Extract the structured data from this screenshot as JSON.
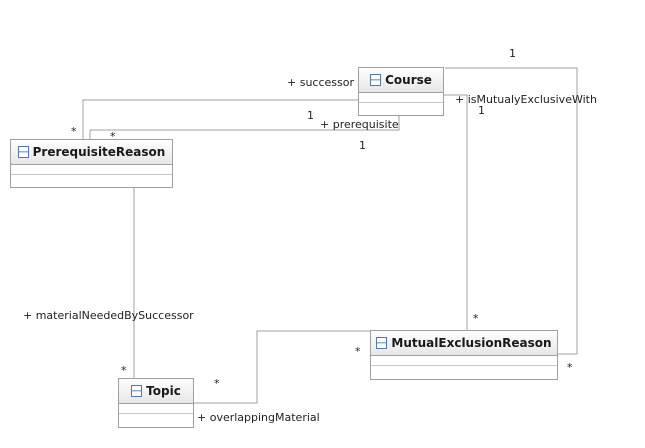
{
  "classes": {
    "course": "Course",
    "prerequisite_reason": "PrerequisiteReason",
    "mutual_exclusion_reason": "MutualExclusionReason",
    "topic": "Topic"
  },
  "roles": {
    "successor": "+ successor",
    "prerequisite": "+ prerequisite",
    "is_mutualy_exclusive_with": "+ isMutualyExclusiveWith",
    "material_needed_by_successor": "+ materialNeededBySuccessor",
    "overlapping_material": "+ overlappingMaterial"
  },
  "multiplicities": {
    "course_top_right": "1",
    "course_successor_end": "1",
    "course_prerequisite_end": "1",
    "course_exclusive_end": "1",
    "prereq_successor_end": "*",
    "prereq_prerequisite_end": "*",
    "topic_material_end": "*",
    "topic_overlap_end": "*",
    "mutual_topic_end": "*",
    "mutual_top_end": "*",
    "mutual_right_end": "*"
  },
  "colors": {
    "line": "#a0a0a0",
    "icon": "#5577aa"
  }
}
